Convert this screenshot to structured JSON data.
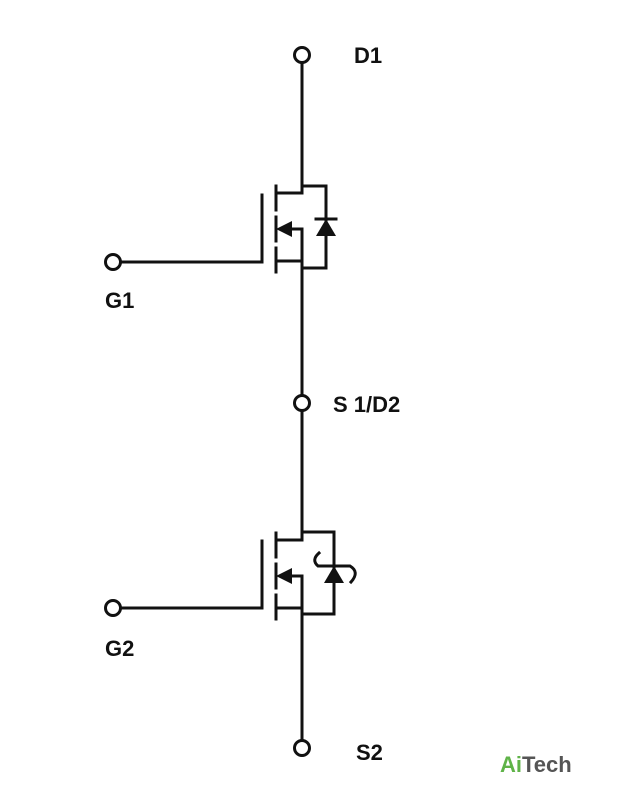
{
  "terminals": {
    "d1": "D1",
    "g1": "G1",
    "s1d2": "S 1/D2",
    "g2": "G2",
    "s2": "S2"
  },
  "logo": {
    "part1": "Ai",
    "part2": "Tech",
    "color1": "#5fb348",
    "color2": "#555555"
  },
  "colors": {
    "line": "#111111",
    "background": "#ffffff"
  }
}
